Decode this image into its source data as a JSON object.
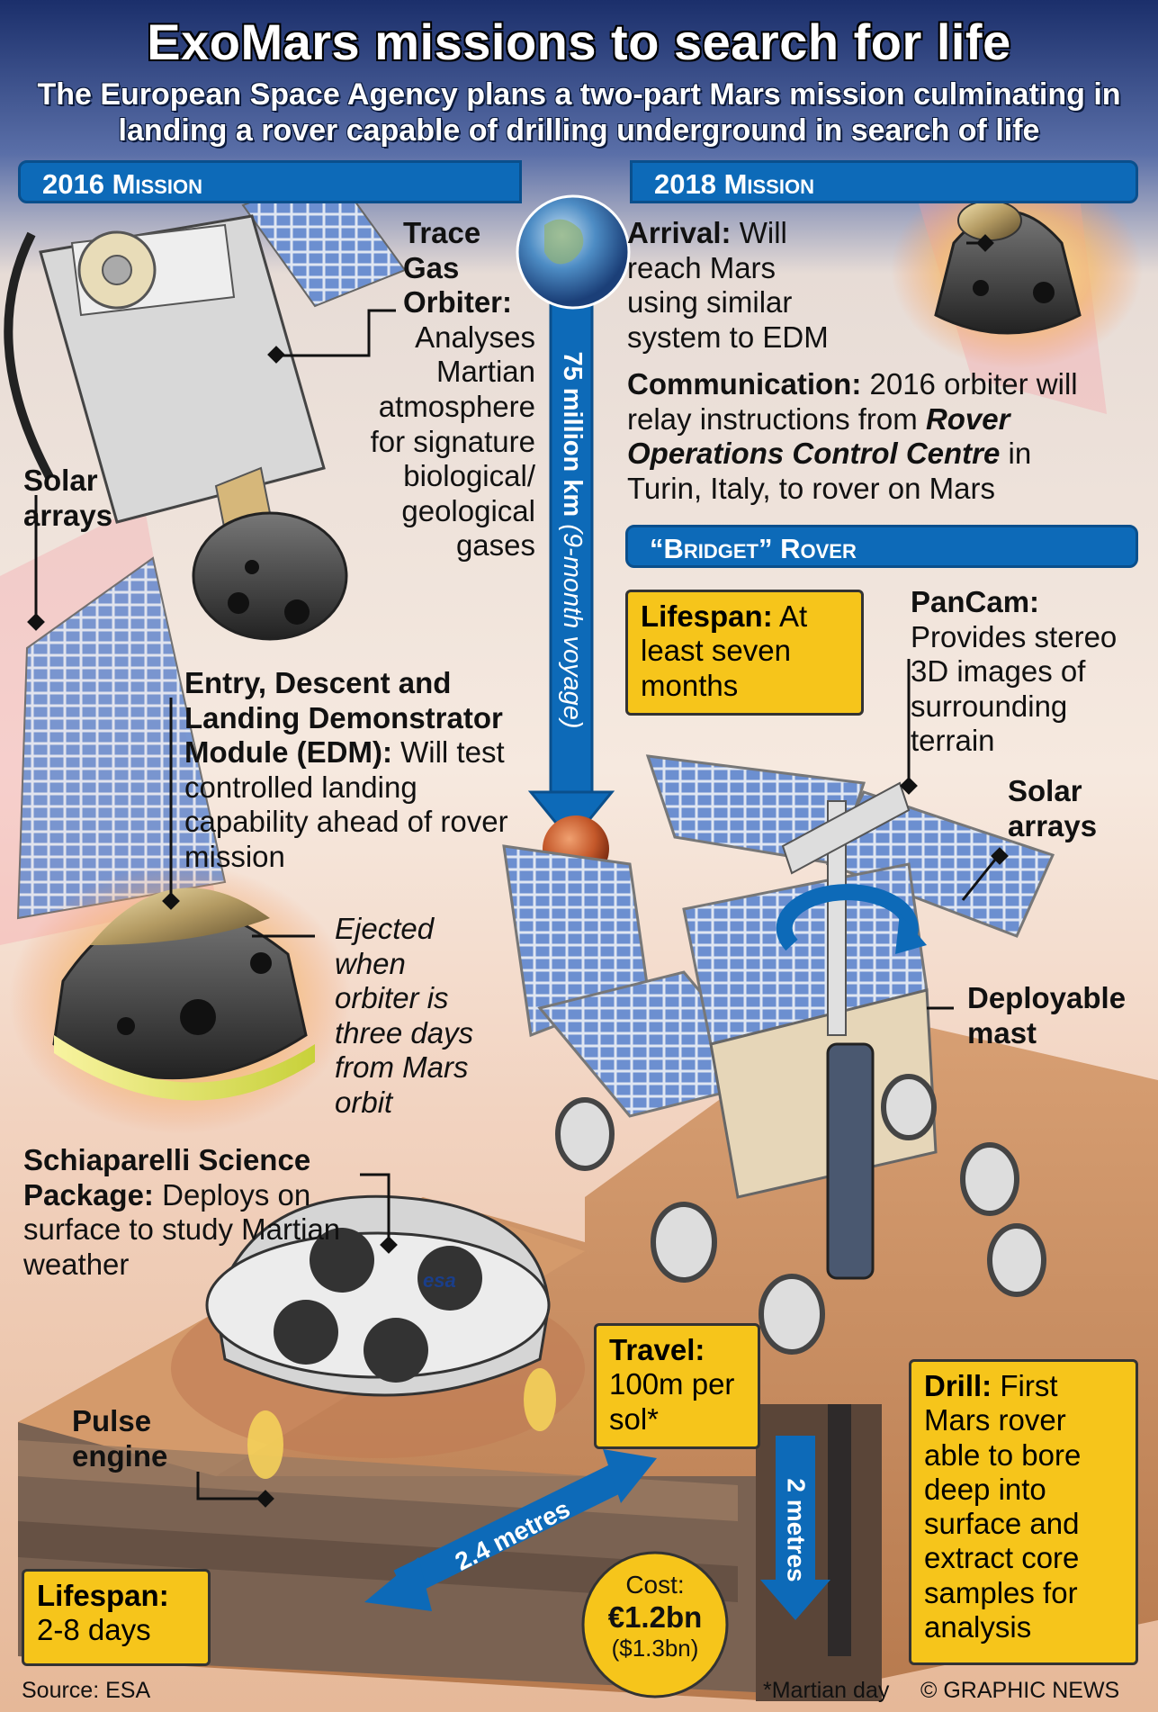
{
  "header": {
    "title": "ExoMars missions to search for life",
    "subtitle": "The European Space Agency plans a two-part Mars mission culminating in landing a rover capable of drilling underground in search of life"
  },
  "banners": {
    "mission_2016": "2016 Mission",
    "mission_2018": "2018 Mission",
    "rover": "“Bridget” Rover"
  },
  "voyage": {
    "distance": "75 million km",
    "duration": "(9-month voyage)"
  },
  "mission_2016": {
    "tgo_heading": "Trace Gas Orbiter:",
    "tgo_text": "Analyses Martian atmosphere for signature biological/ geological gases",
    "solar_arrays": "Solar arrays",
    "edm_heading": "Entry, Descent and Landing Demonstrator Module (EDM):",
    "edm_text": "Will test controlled landing capability ahead of rover mission",
    "ejected_text": "Ejected when orbiter is three days from Mars orbit",
    "ssp_heading": "Schiaparelli Science Package:",
    "ssp_text": "Deploys on surface to study Martian weather",
    "pulse_engine": "Pulse engine",
    "lifespan_heading": "Lifespan:",
    "lifespan_text": "2-8 days"
  },
  "mission_2018": {
    "arrival_heading": "Arrival:",
    "arrival_text": "Will reach Mars using similar system to EDM",
    "comm_heading": "Communication:",
    "comm_text_1": "2016 orbiter will relay instructions from",
    "comm_centre": "Rover Operations Control Centre",
    "comm_text_2": "in Turin, Italy, to rover on Mars"
  },
  "rover": {
    "lifespan_heading": "Lifespan:",
    "lifespan_text": "At least seven months",
    "pancam_heading": "PanCam:",
    "pancam_text": "Provides stereo 3D images of surrounding terrain",
    "solar_arrays": "Solar arrays",
    "mast": "Deployable mast",
    "travel_heading": "Travel:",
    "travel_text": "100m per sol*",
    "drill_heading": "Drill:",
    "drill_text": "First Mars rover able to bore deep into surface and extract core samples for analysis",
    "width_label": "2.4 metres",
    "depth_label": "2 metres",
    "esa_logo": "esa"
  },
  "cost": {
    "label": "Cost:",
    "eur": "€1.2bn",
    "usd": "($1.3bn)"
  },
  "footer": {
    "source": "Source: ESA",
    "note": "*Martian day",
    "credit": "© GRAPHIC NEWS"
  },
  "colors": {
    "banner_blue": "#0d6ab8",
    "callout_yellow": "#f6c51b",
    "mars_ground": "#c88a5c"
  }
}
